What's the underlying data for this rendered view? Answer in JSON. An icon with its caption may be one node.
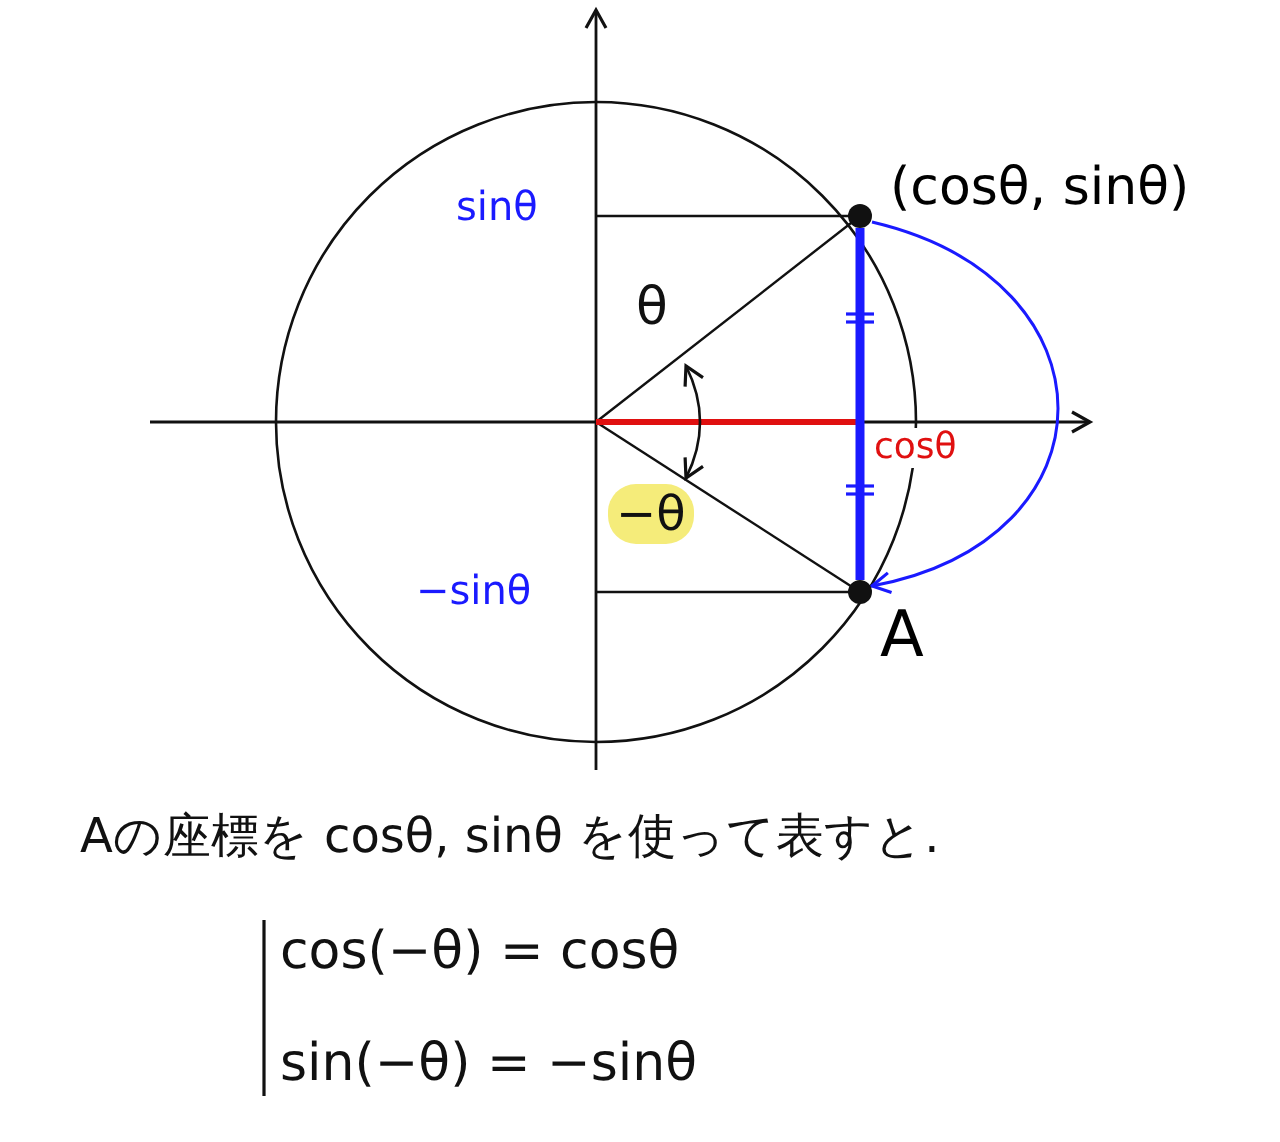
{
  "diagram": {
    "nodes": [
      {
        "text": [],
        "shape": "circle",
        "beside": [
          "(cosθ, sinθ)"
        ]
      },
      {
        "text": [],
        "shape": "circle",
        "beside": [
          "A"
        ]
      }
    ],
    "edges": [
      {
        "from": 0,
        "to": 1,
        "arrow": "to"
      },
      {
        "from": 0,
        "to": 1,
        "arrow": "none",
        "style": "thick"
      }
    ],
    "labels": [
      "sinθ",
      "θ",
      "cosθ",
      "−θ",
      "−sinθ",
      "Aの座標を cosθ, sinθ を使って表すと.",
      "cos(−θ) = cosθ",
      "sin(−θ) = −sinθ"
    ]
  }
}
